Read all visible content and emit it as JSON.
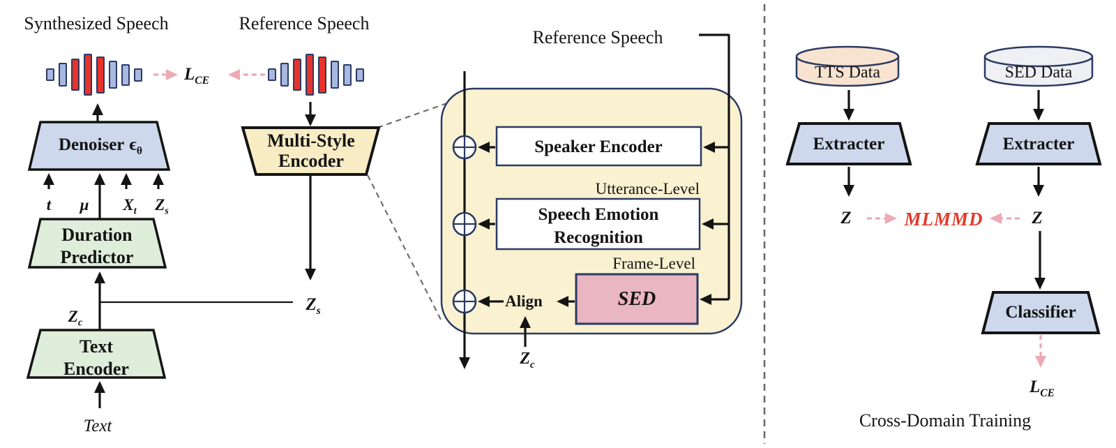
{
  "colors": {
    "navy": "#2b3a64",
    "black": "#141414",
    "blue_fill": "#cdd8ec",
    "green_fill": "#dfeeda",
    "cream_fill": "#f8ecc4",
    "panel_fill": "#faf1d0",
    "pink_fill": "#e9b6c2",
    "peach_fill": "#f8e3d1",
    "gray_fill": "#eef0f3",
    "bar_blue": "#a8b8e0",
    "bar_red": "#e73329",
    "pink_arrow": "#eeaab4",
    "red_text": "#e23a2c",
    "dash_gray": "#6e6e6e"
  },
  "waveform": {
    "bars": [
      {
        "h": 18,
        "c": "blue"
      },
      {
        "h": 34,
        "c": "blue"
      },
      {
        "h": 46,
        "c": "red"
      },
      {
        "h": 60,
        "c": "red"
      },
      {
        "h": 53,
        "c": "red"
      },
      {
        "h": 40,
        "c": "blue"
      },
      {
        "h": 31,
        "c": "blue"
      },
      {
        "h": 19,
        "c": "blue"
      }
    ]
  },
  "left": {
    "synthesized_title": "Synthesized Speech",
    "reference_title": "Reference Speech",
    "loss": {
      "base": "L",
      "sub": "CE"
    },
    "denoiser": {
      "text": "Denoiser",
      "symbol": "ϵ",
      "sub": "θ"
    },
    "inputs": {
      "t": "t",
      "mu": "μ",
      "xt": {
        "base": "X",
        "sub": "t"
      },
      "zs": {
        "base": "Z",
        "sub": "s"
      }
    },
    "duration_predictor": {
      "line1": "Duration",
      "line2": "Predictor"
    },
    "zc": {
      "base": "Z",
      "sub": "c"
    },
    "zs_out": {
      "base": "Z",
      "sub": "s"
    },
    "text_encoder": {
      "line1": "Text",
      "line2": "Encoder"
    },
    "text_input": "Text"
  },
  "middle": {
    "reference_title": "Reference Speech",
    "speaker_encoder": "Speaker Encoder",
    "utterance_level": "Utterance-Level",
    "ser": {
      "line1": "Speech Emotion",
      "line2": "Recognition"
    },
    "frame_level": "Frame-Level",
    "sed": "SED",
    "align": "Align",
    "zc": {
      "base": "Z",
      "sub": "c"
    }
  },
  "right": {
    "tts_data": "TTS Data",
    "sed_data": "SED Data",
    "extracter_left": "Extracter",
    "extracter_right": "Extracter",
    "z_left": "Z",
    "z_right": "Z",
    "mlmmd": "MLMMD",
    "classifier": "Classifier",
    "loss": {
      "base": "L",
      "sub": "CE"
    },
    "caption": "Cross-Domain Training"
  }
}
